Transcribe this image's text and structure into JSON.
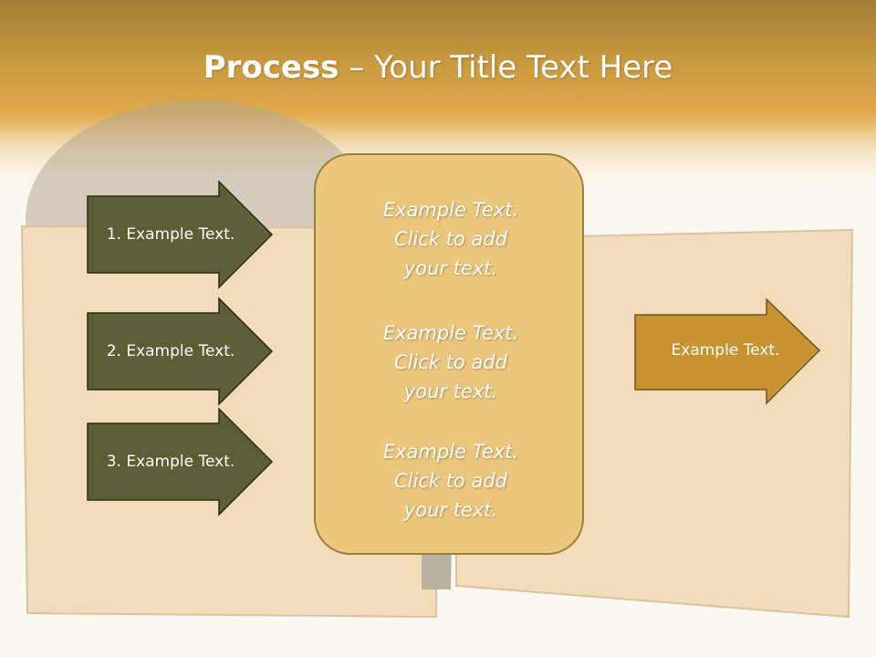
{
  "title": {
    "bold": "Process",
    "rest": " – Your Title Text Here"
  },
  "steps": [
    {
      "label": "1. Example Text."
    },
    {
      "label": "2. Example Text."
    },
    {
      "label": "3. Example Text."
    }
  ],
  "center_box": {
    "blocks": [
      {
        "lines": [
          "Example Text.",
          "Click  to add",
          "your text."
        ]
      },
      {
        "lines": [
          "Example Text.",
          "Click  to add",
          "your text."
        ]
      },
      {
        "lines": [
          "Example Text.",
          "Click  to add",
          "your text."
        ]
      }
    ]
  },
  "output": {
    "label": "Example Text."
  },
  "colors": {
    "step_arrow": "#5e5e36",
    "output_arrow": "#c69330",
    "center_box": "#ebc77e",
    "header": "#d9a245"
  }
}
